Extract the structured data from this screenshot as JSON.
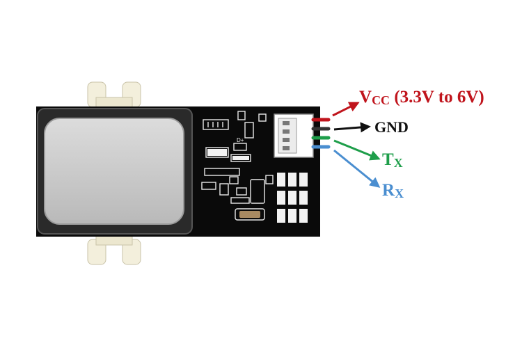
{
  "colors": {
    "board": "#0a0a0a",
    "sensor_pad": "#c9c9c9",
    "mount_clip": "#f3efdc",
    "wire_vcc": "#c0141c",
    "wire_gnd": "#111111",
    "wire_tx": "#1e9e4a",
    "wire_rx": "#4a8ed0"
  },
  "pins": [
    {
      "id": "vcc",
      "symbol": "V",
      "subscript": "CC",
      "note": " (3.3V to 6V)"
    },
    {
      "id": "gnd",
      "symbol": "GND",
      "subscript": "",
      "note": ""
    },
    {
      "id": "tx",
      "symbol": "T",
      "subscript": "X",
      "note": ""
    },
    {
      "id": "rx",
      "symbol": "R",
      "subscript": "X",
      "note": ""
    }
  ],
  "silkscreen": {
    "diode_marker": "D+"
  }
}
